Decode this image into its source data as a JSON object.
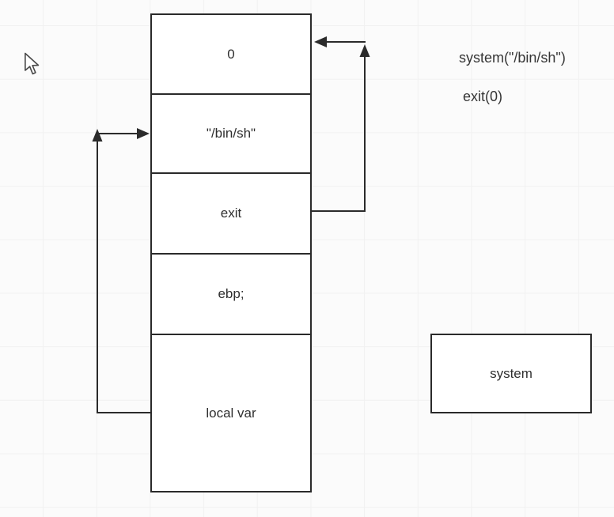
{
  "canvas": {
    "background_color": "#fbfbfb",
    "grid_color": "#f1f1f1"
  },
  "stack": {
    "cells": [
      {
        "label": "0"
      },
      {
        "label": "\"/bin/sh\""
      },
      {
        "label": "exit"
      },
      {
        "label": "ebp;"
      },
      {
        "label": "local var"
      }
    ]
  },
  "annotations": {
    "line1": "system(\"/bin/sh\")",
    "line2": "exit(0)"
  },
  "system_box": {
    "label": "system"
  },
  "colors": {
    "line": "#2b2b2b",
    "shape_border": "#2a2a2a",
    "text": "#2f2f2f"
  },
  "cursor": {
    "type": "arrow-pointer"
  }
}
